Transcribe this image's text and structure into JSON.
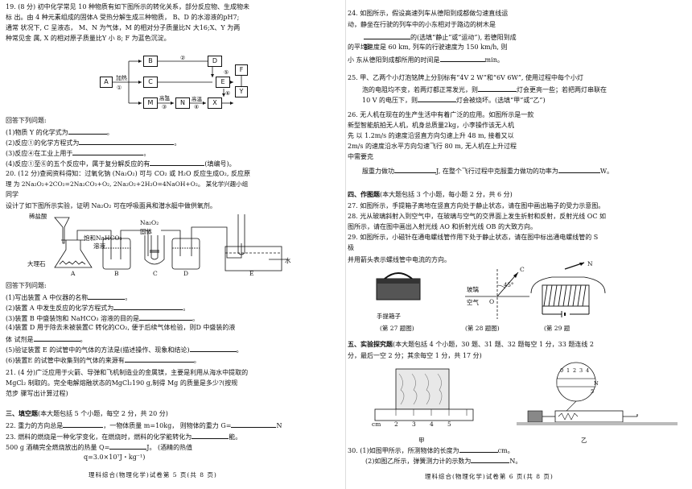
{
  "left": {
    "q19": {
      "lines": [
        "19. (8 分) 初中化学常见 10 种物质有如下图所示的转化关系，部分反应物、生成物未",
        "标  出。由 4 种元素组成的固体A 受热分解生成三种物质， B、D 的水溶液的pH7;",
        "通常  状况下, C 呈液态， M、N 为气体，M 的相对分子质量比N 大16;X、Y  为两",
        "种常见金  属, X 的相对原子质量比Y 小 8; F 为蓝色沉淀。"
      ],
      "boxes": [
        "A",
        "B",
        "C",
        "D",
        "E",
        "F",
        "M",
        "N",
        "X",
        "Y"
      ],
      "arrow_labels": [
        "加热",
        "①",
        "②",
        "高温",
        "③",
        "高温",
        "④",
        "⑤",
        "⑥"
      ],
      "answer_intro": "回答下列问题:",
      "answers": [
        "(1)物质 Y 的化学式为",
        "(2)反应①的化学方程式为",
        "(3)反应④在工业上用于",
        "(4)反应①至⑥的五个反应中，属于复分解反应的有"
      ],
      "answer4_suffix": "(填编号)。"
    },
    "q20": {
      "lines": [
        "20. (12 分)查阅资料得知：过氧化钠 (Na₂O₂)   可与 CO₂ 或 H₂O  反应生成O₂,  反应原",
        "理 为 2Na₂O₂+2CO₂=2Na₂CO₃+O₂, 2Na₂O₂+2H₂O=4NaOH+O₂。                某化学兴趣小组",
        "同学",
        "设计了如下图所示实验，证明 Na₂O₂ 可在呼吸面具和潜水艇中做供氧剂。"
      ],
      "apparatus_labels": [
        "稀盐酸",
        "饱和NaHCO₃",
        "溶液",
        "Na₂O₂",
        "固体",
        "大理石",
        "A",
        "B",
        "C",
        "D",
        "E",
        "水"
      ],
      "answer_intro": "回答下列问题:",
      "answers": [
        "(1)写出装置 A 中仪器的名称",
        "(2)装置 A  中发生反应的化学方程式为",
        "(3)装置 B 中盛装饱和 NaHCO₃ 溶液的目的是",
        "(4)装置 D 用于除去未被装置C 转化的CO₂,  便于后续气体检验，则D 中盛装的液",
        "    体  试剂是",
        "(5)验证装置 E 的试管中的气体的方法是(描述操作、现象和结论)",
        "(6)装置E 的试管中收集到的气体的来源有"
      ]
    },
    "q21": {
      "lines": [
        "21.  (4 分)广泛应用于火箭、导弹和飞机制造业的金属镁，主要是利用从海水中提取的",
        "    MgCl₂ 制取的。完全电解熔融状态的MgCl₂190   g,制得 Mg  的质量是多少?(按规",
        "    范步  骤写出计算过程)"
      ]
    },
    "sec3": {
      "title": "三、填空题",
      "desc": "(本大题包括 5 个小题，每空 2 分，共 20 分)",
      "q22a": "22.   重力的方向总是",
      "q22b": "，一物体质量 m=10kg，  则物体的重力 G=",
      "q22c": "N",
      "q23a": "23.   燃料的燃烧是一种化学变化，在燃烧时，燃料的化学能转化为",
      "q23b": "能。",
      "q23c": "500 g 酒精完全燃烧放出的热量 Q=",
      "q23d": "J。 (酒精的热值",
      "q23e": "q=3.0×10⁷J・kg⁻¹)"
    },
    "footer": "理科综合(物理化学)试卷第 5 页(共 8 页)"
  },
  "right": {
    "q24": {
      "lines": [
        "24.  如图所示，假设高速列车从德阳到成都做匀速直线运",
        "      动，静坐在行驶的列车中的小东相对于路边的树木是",
        "      ",
        "      的平均速度是 60  km,  列车的行驶速度为 150 km/h,  则",
        "      小  东从德阳到成都所用的时间是"
      ],
      "line2b": "的(选填“静止”或“运动”), 若德阳到成",
      "line3a": "都",
      "unit": "min。"
    },
    "q25": {
      "a": "25.  甲、乙两个小灯泡铭牌上分别标有“4V  2  W”和“6V  6W”,  使用过程中每个小灯",
      "b": "泡的电阻均不变，若两灯都正常发光，则",
      "c": "灯会更亮一些；若把两灯串联在",
      "d": "10 V 的电压下，则",
      "e": "灯会被烧坏。(选填“甲”或“乙”)"
    },
    "q26": {
      "lines": [
        "26.  无人机在现在的生产生活中有着广泛的应用。如图所示是一款",
        "      新型智能航拍无人机，机身总质量2kg，小李操作该无人机",
        "      先  以 1.2m/s 的速度沿竖直方向匀速上升 48  m,  接着又以",
        "      2m/s 的速度沿水平方向匀速飞行 80  m,  无人机在上升过程",
        "      中需要克"
      ],
      "last_a": "服重力做功",
      "last_b": "J,  在整个飞行过程中克服重力做功的功率为",
      "last_c": "W。"
    },
    "sec4": {
      "title": "四、作图题",
      "desc": "(本大题包括 3 个小题，每小题 2 分，共 6 分)",
      "lines": [
        "27.  如图所示，手提箱子离地在竖直方向处于静止状态，请在图中画出箱子的受力示意图。",
        "28.  光从玻璃斜射入到空气中，在玻璃与空气的交界面上发生折射和反射，反射光线 OC 如",
        "      图所示，请在图中画出入射光线 AO 和折射光线 OB 的大致方向。",
        "29.  如图所示，小磁针在通电螺线管作用下处于静止状态，请在图中标出通电螺线管的 S",
        "极",
        "      并用箭头表示螺线管中电流的方向。"
      ],
      "fig_labels": [
        "手提箱子",
        "C",
        "玻璃",
        "空气",
        "45°",
        "O",
        "N"
      ],
      "captions": [
        "(第 27 题图)",
        "(第 28 题图)",
        "(第 29 题"
      ]
    },
    "sec5": {
      "title": "五、实验探究题",
      "desc": "(本大题包括 4 个小题，30 题、31 题、32 题每空 1 分，33 题连线 2",
      "line2": "分，最后一空 2 分；其余每空 1 分，共 17 分)",
      "fig_labels": [
        "cm",
        "2",
        "3",
        "4",
        "5",
        "0",
        "1",
        "2",
        "3",
        "4",
        "5",
        "N",
        "甲",
        "乙"
      ],
      "q30a": "30.  (1)如图甲所示，所测物体的长度为",
      "q30a_unit": "cm。",
      "q30b": "(2)如图乙所示，弹簧测力计的示数为",
      "q30b_unit": "N。"
    },
    "footer": "理科综合(物理化学)试卷第 6 页(共 8 页)"
  }
}
